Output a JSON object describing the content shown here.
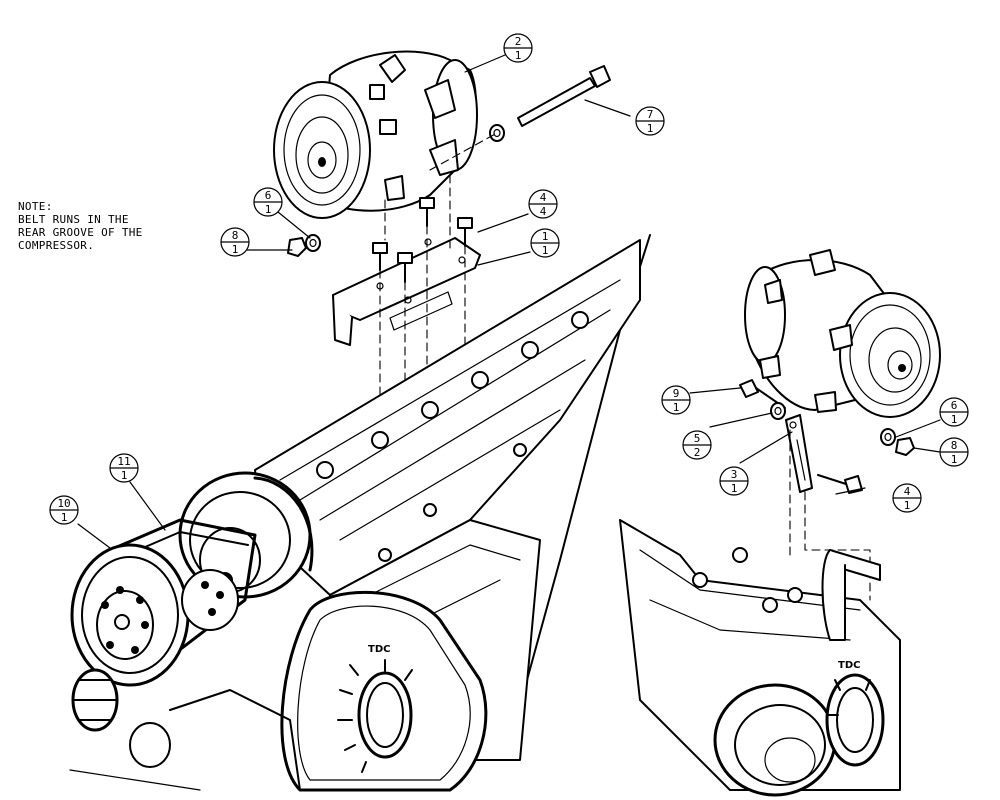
{
  "note": {
    "lines": [
      "NOTE:",
      "BELT RUNS IN THE",
      "REAR GROOVE OF THE",
      "COMPRESSOR."
    ]
  },
  "callouts": [
    {
      "id": "c2",
      "num": "2",
      "qty": "1"
    },
    {
      "id": "c7",
      "num": "7",
      "qty": "1"
    },
    {
      "id": "c6a",
      "num": "6",
      "qty": "1"
    },
    {
      "id": "c8a",
      "num": "8",
      "qty": "1"
    },
    {
      "id": "c4a",
      "num": "4",
      "qty": "4"
    },
    {
      "id": "c1",
      "num": "1",
      "qty": "1"
    },
    {
      "id": "c11",
      "num": "11",
      "qty": "1"
    },
    {
      "id": "c10",
      "num": "10",
      "qty": "1"
    },
    {
      "id": "c9",
      "num": "9",
      "qty": "1"
    },
    {
      "id": "c6b",
      "num": "6",
      "qty": "1"
    },
    {
      "id": "c5",
      "num": "5",
      "qty": "2"
    },
    {
      "id": "c8b",
      "num": "8",
      "qty": "1"
    },
    {
      "id": "c3",
      "num": "3",
      "qty": "1"
    },
    {
      "id": "c4b",
      "num": "4",
      "qty": "1"
    }
  ],
  "labels": {
    "tdc_main": "TDC",
    "tdc_inset": "TDC"
  }
}
